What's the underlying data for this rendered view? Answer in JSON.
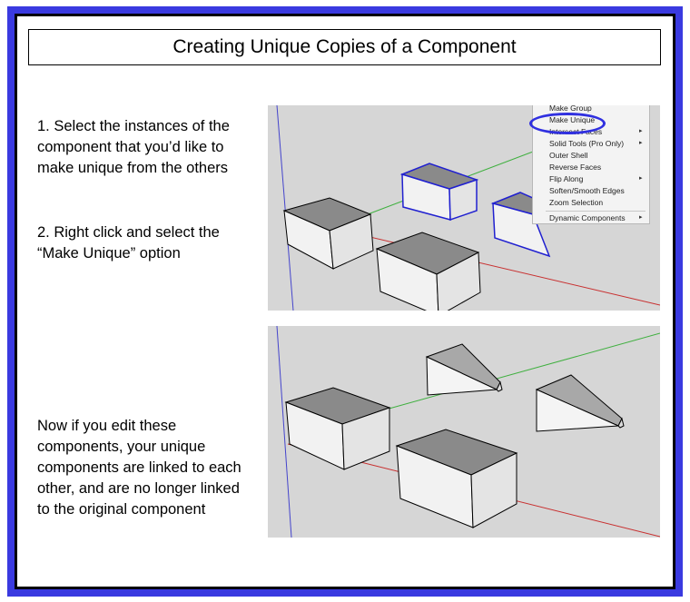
{
  "title": "Creating Unique Copies of a Component",
  "step1": "1. Select the instances of the component that you’d like to make unique from the others",
  "step2": "2. Right click and select the “Make Unique” option",
  "step3": "Now if you edit these components, your unique components are linked to each other, and are no longer linked to the original component",
  "context_menu": {
    "items": [
      {
        "label": "Make Group",
        "submenu": false
      },
      {
        "label": "Make Unique",
        "submenu": false
      },
      {
        "label": "Intersect Faces",
        "submenu": true
      },
      {
        "label": "Solid Tools (Pro Only)",
        "submenu": true
      },
      {
        "label": "Outer Shell",
        "submenu": false
      },
      {
        "label": "Reverse Faces",
        "submenu": false
      },
      {
        "label": "Flip Along",
        "submenu": true
      },
      {
        "label": "Soften/Smooth Edges",
        "submenu": false
      },
      {
        "label": "Zoom Selection",
        "submenu": false
      },
      {
        "label": "Dynamic Components",
        "submenu": true
      }
    ],
    "submenu_glyph": "▸"
  },
  "colors": {
    "frame": "#3a3ae0",
    "viewport_bg": "#d6d6d6",
    "selection": "#2020d0",
    "axis_blue": "#4444cc",
    "axis_green": "#40b040",
    "axis_red": "#c83030",
    "box_top": "#8a8a8a",
    "box_front": "#f2f2f2",
    "box_side": "#e4e4e4"
  }
}
